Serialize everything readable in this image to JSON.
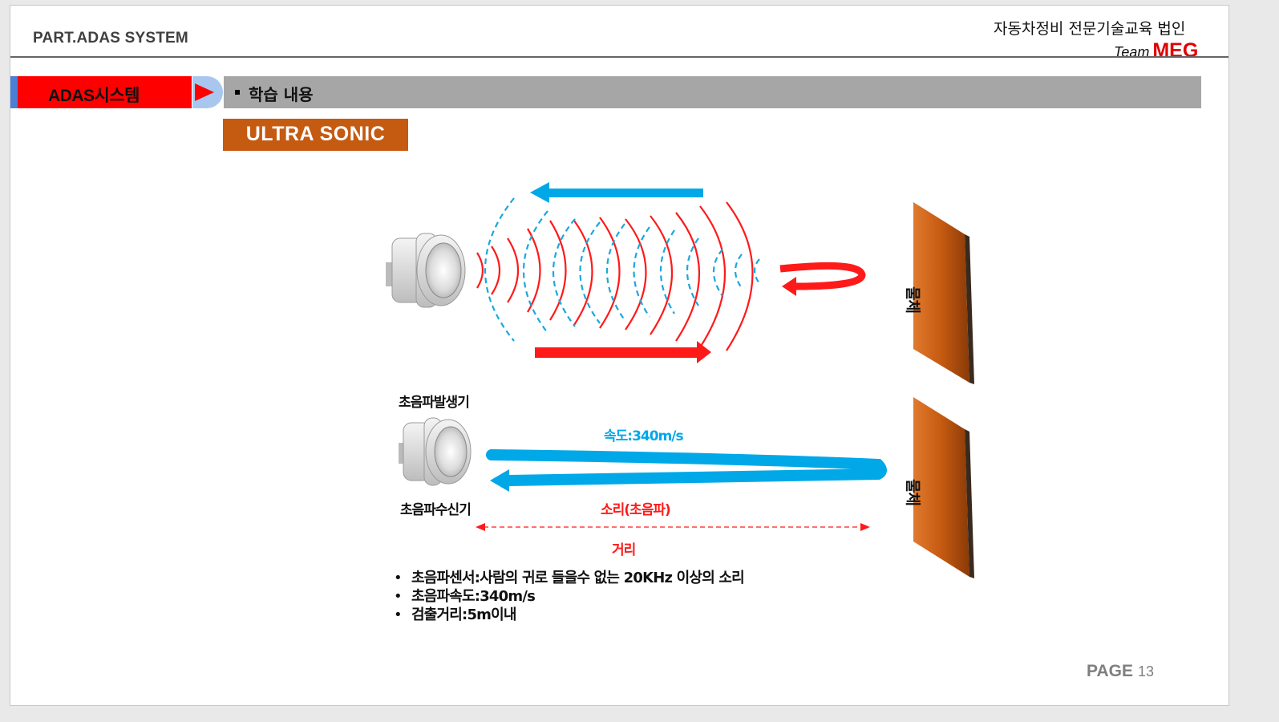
{
  "header": {
    "part_title": "PART.ADAS SYSTEM",
    "org_name": "자동차정비 전문기술교육 법인",
    "team_prefix": "Team",
    "team_name": "MEG"
  },
  "section": {
    "tag": "ADAS시스템",
    "learning_label": "학습 내용",
    "subtitle": "ULTRA SONIC"
  },
  "diagram": {
    "object_label": "물체",
    "transmitter_label": "초음파발생기",
    "receiver_label": "초음파수신기",
    "speed_label": "속도:340m/s",
    "sound_label": "소리(초음파)",
    "distance_label": "거리"
  },
  "notes": [
    "초음파센서:사람의 귀로 들을수 없는 20KHz 이상의 소리",
    "초음파속도:340m/s",
    "검출거리:5m이내"
  ],
  "footer": {
    "page_label": "PAGE",
    "page_number": "13"
  },
  "colors": {
    "accent_red": "#ff0000",
    "wave_blue": "#00a8e8",
    "object_brown": "#c55a11",
    "bar_gray": "#a6a6a6"
  }
}
